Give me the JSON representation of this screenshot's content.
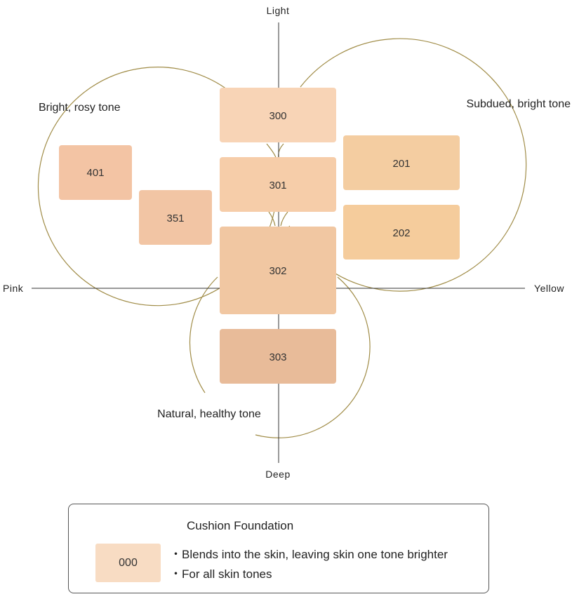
{
  "axes": {
    "top": "Light",
    "bottom": "Deep",
    "left": "Pink",
    "right": "Yellow"
  },
  "groups": {
    "rosy": "Bright, rosy tone",
    "subdued": "Subdued, bright tone",
    "natural": "Natural, healthy tone"
  },
  "shades": [
    {
      "code": "300",
      "color": "#f8d4b6"
    },
    {
      "code": "301",
      "color": "#f6cda9"
    },
    {
      "code": "302",
      "color": "#f1c7a2"
    },
    {
      "code": "303",
      "color": "#e8bb99"
    },
    {
      "code": "401",
      "color": "#f3c4a4"
    },
    {
      "code": "351",
      "color": "#f2c5a4"
    },
    {
      "code": "201",
      "color": "#f4cda1"
    },
    {
      "code": "202",
      "color": "#f5cc9c"
    }
  ],
  "colors": {
    "circle": "#a08c47",
    "axis": "#333333"
  },
  "legend": {
    "title": "Cushion Foundation",
    "swatch_code": "000",
    "swatch_color": "#f8dcc3",
    "bullets": [
      "Blends into the skin, leaving skin one tone brighter",
      "For all skin tones"
    ]
  }
}
